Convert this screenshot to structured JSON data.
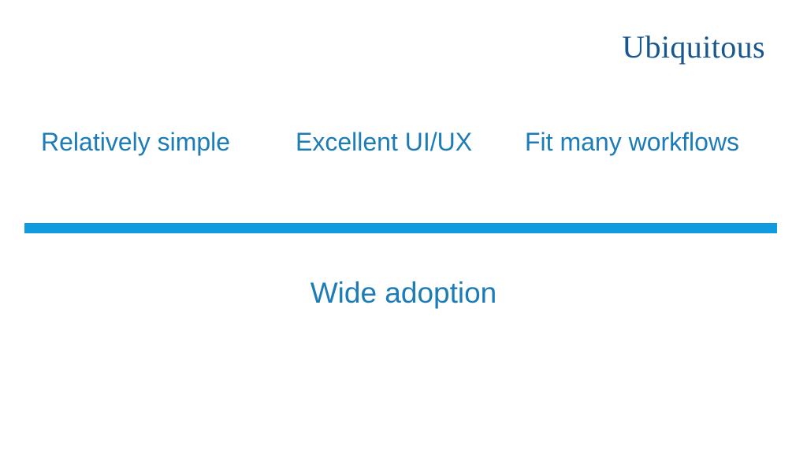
{
  "slide": {
    "title": "Ubiquitous",
    "benefits": [
      {
        "label": "Relatively simple"
      },
      {
        "label": "Excellent UI/UX"
      },
      {
        "label": "Fit many workflows"
      }
    ],
    "summary": "Wide adoption",
    "colors": {
      "title_blue": "#18568F",
      "label_blue": "#1B7CB8",
      "bar_blue": "#109BDE",
      "background": "#FFFFFF"
    }
  }
}
